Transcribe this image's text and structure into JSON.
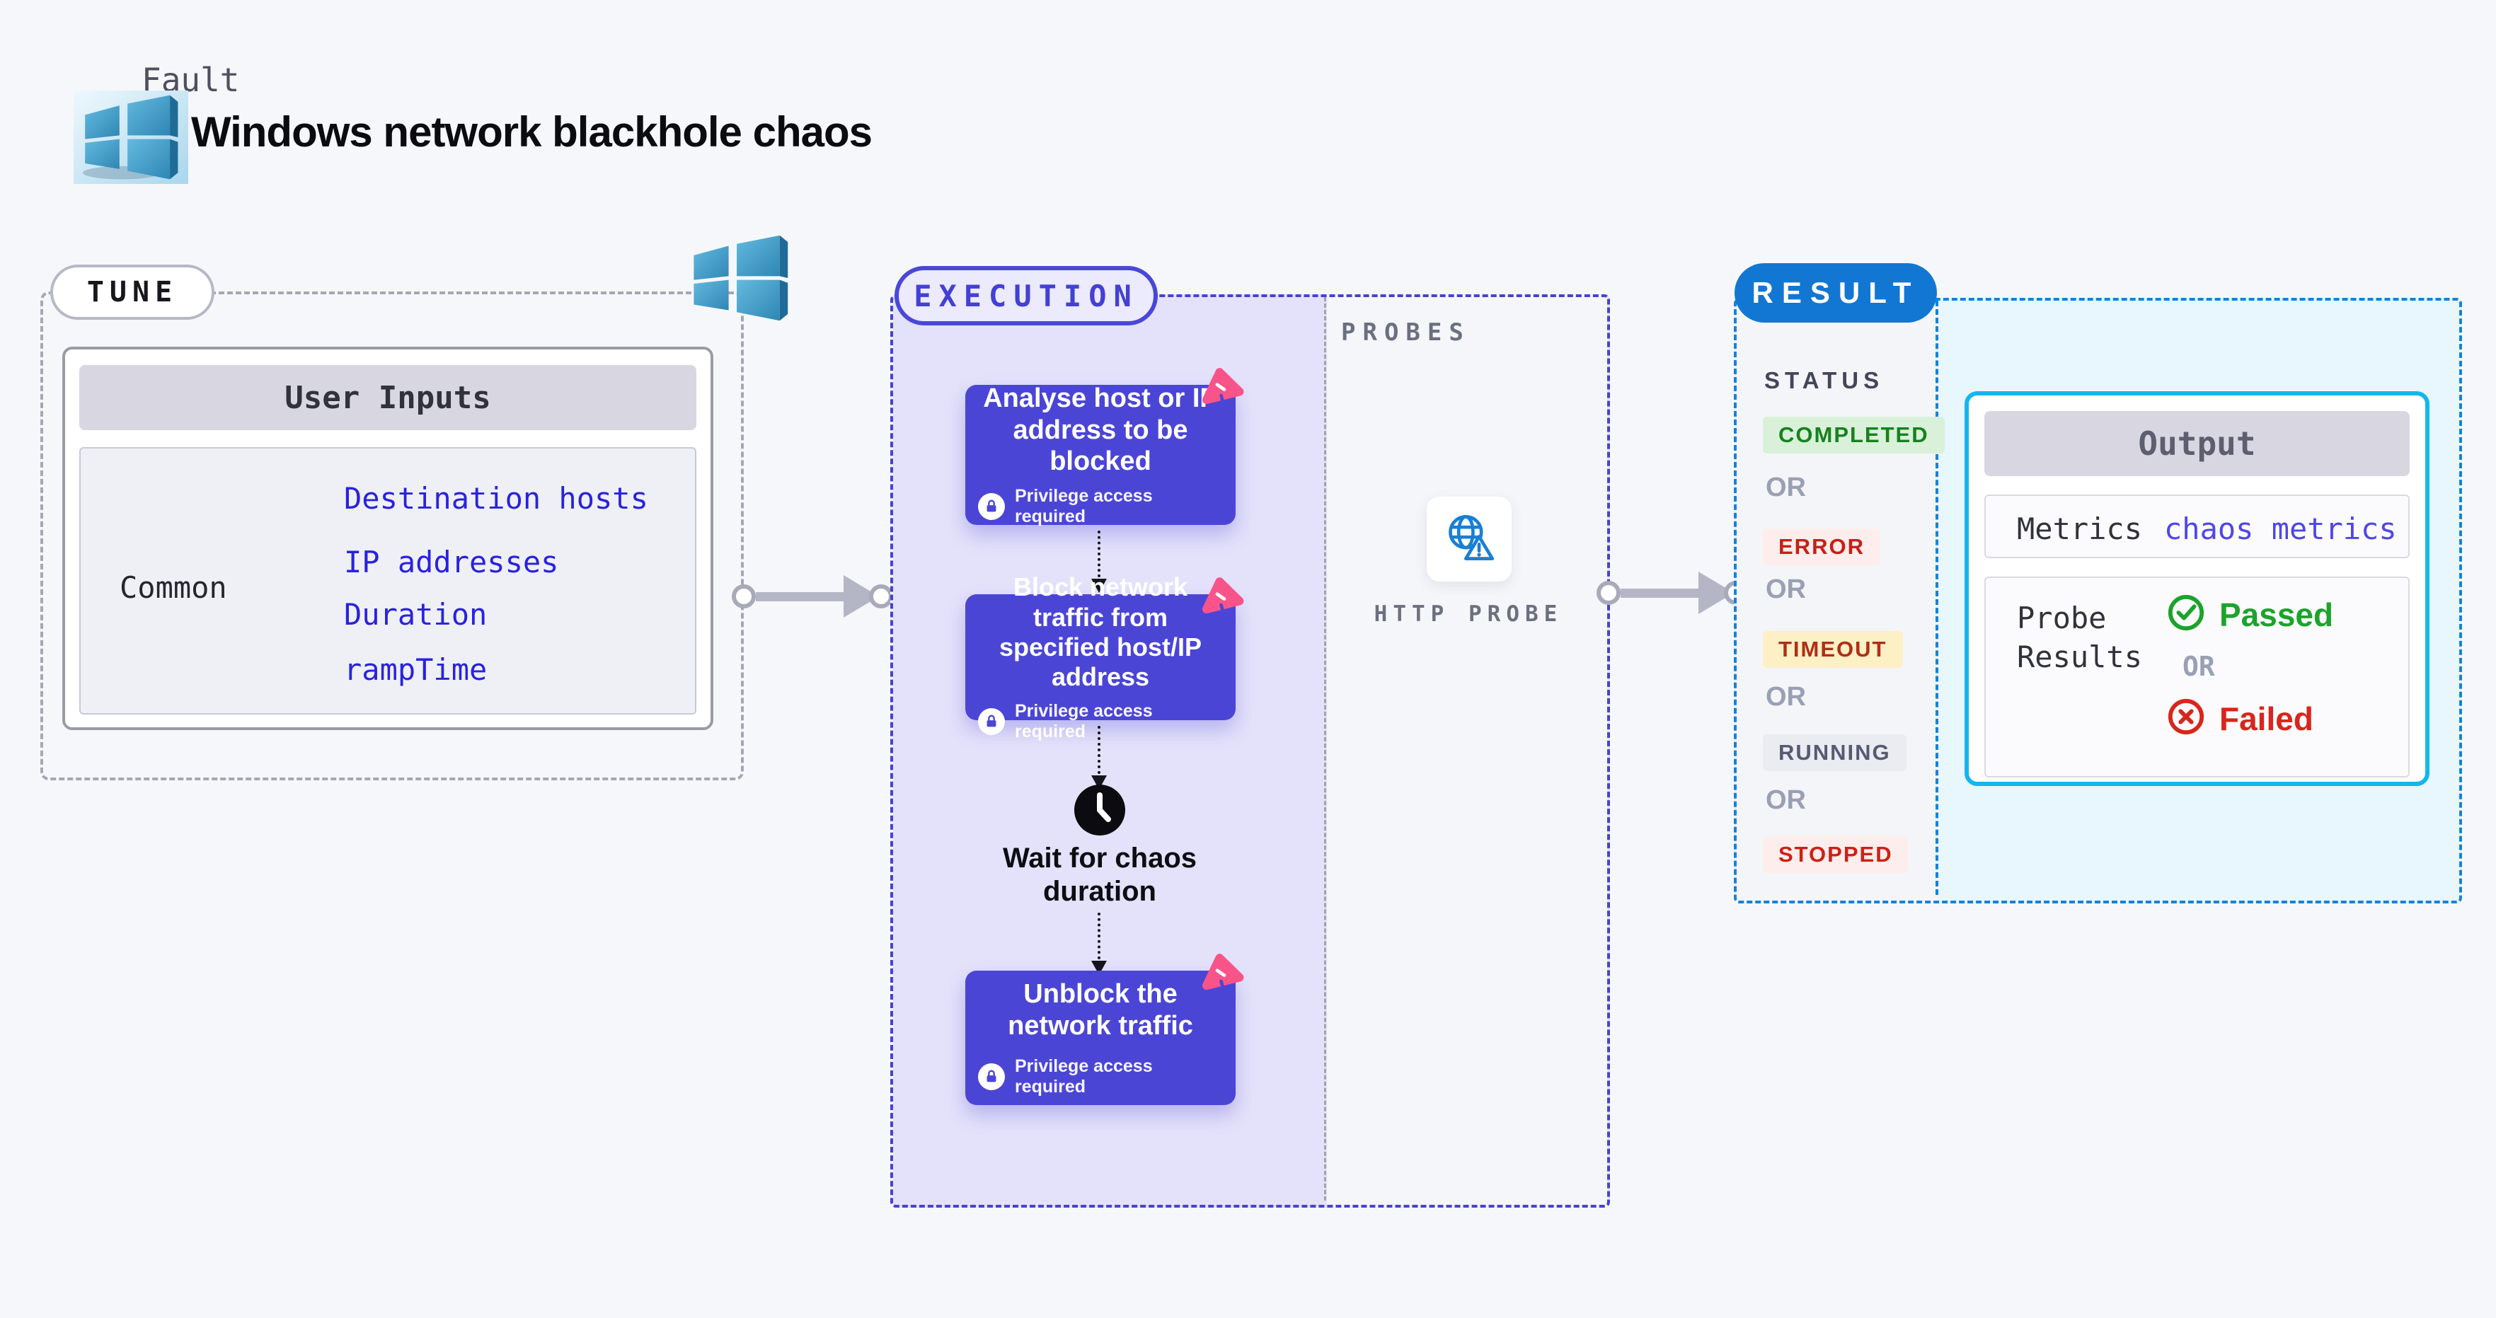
{
  "header": {
    "kicker": "Fault",
    "title": "Windows network blackhole chaos",
    "platform_icon": "windows-logo"
  },
  "tune": {
    "label": "TUNE",
    "card_title": "User Inputs",
    "row_label": "Common",
    "inputs": [
      "Destination hosts",
      "IP addresses",
      "Duration",
      "rampTime"
    ]
  },
  "execution": {
    "label": "EXECUTION",
    "privilege_note": "Privilege access required",
    "steps": [
      "Analyse host or IP address to be blocked",
      "Block network traffic from specified host/IP address",
      "Unblock the network traffic"
    ],
    "wait_label": "Wait for chaos duration",
    "probes_label": "PROBES",
    "probe_name": "HTTP PROBE"
  },
  "result": {
    "label": "RESULT",
    "status_title": "STATUS",
    "or_label": "OR",
    "statuses": [
      {
        "label": "COMPLETED",
        "fg": "#17811f",
        "bg": "#d9f1d9"
      },
      {
        "label": "ERROR",
        "fg": "#c52018",
        "bg": "#fdedec"
      },
      {
        "label": "TIMEOUT",
        "fg": "#b02e18",
        "bg": "#fdf0c5"
      },
      {
        "label": "RUNNING",
        "fg": "#565a72",
        "bg": "#ebecf2"
      },
      {
        "label": "STOPPED",
        "fg": "#cf2014",
        "bg": "#fdeeed"
      }
    ],
    "output": {
      "title": "Output",
      "metrics_label": "Metrics",
      "metrics_value": "chaos metrics",
      "probe_results_label": "Probe Results",
      "passed_label": "Passed",
      "failed_label": "Failed"
    }
  },
  "colors": {
    "accent_indigo": "#4b45d6",
    "execution_zone_bg": "#e4e2fa",
    "execution_border": "#4743ce",
    "tune_border": "#a6a7b4",
    "result_blue": "#1277d3",
    "result_border": "#1583d8",
    "result_zone_bg": "#e8f6fd",
    "output_border": "#16b5ec",
    "link_blue": "#2a22dd",
    "passed_green": "#1da32c",
    "failed_red": "#da251b",
    "chaos_pink": "#f9548a"
  }
}
